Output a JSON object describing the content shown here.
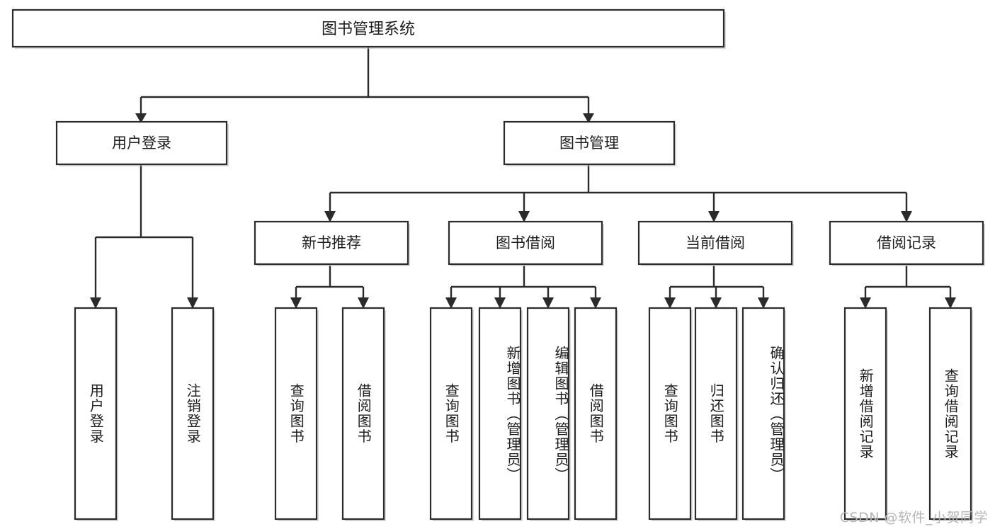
{
  "diagram": {
    "title": "图书管理系统",
    "type": "tree-hierarchy-chart",
    "watermark": "CSDN @软件_小贺同学",
    "colors": {
      "background": "#ffffff",
      "stroke": "#2b2b2b",
      "text": "#1d1d1d",
      "shadow": "#b9b9b9",
      "watermark": "#b5b5b5"
    },
    "root": {
      "label": "图书管理系统"
    },
    "level2": [
      {
        "label": "用户登录"
      },
      {
        "label": "图书管理"
      }
    ],
    "level3": [
      {
        "label": "新书推荐"
      },
      {
        "label": "图书借阅"
      },
      {
        "label": "当前借阅"
      },
      {
        "label": "借阅记录"
      }
    ],
    "leaves": {
      "user_login": [
        {
          "label": "用户登录"
        },
        {
          "label": "注销登录"
        }
      ],
      "new_book": [
        {
          "label": "查询图书"
        },
        {
          "label": "借阅图书"
        }
      ],
      "book_borrow": [
        {
          "label": "查询图书"
        },
        {
          "label": "新增图书（管理员）"
        },
        {
          "label": "编辑图书（管理员）"
        },
        {
          "label": "借阅图书"
        }
      ],
      "current_borrow": [
        {
          "label": "查询图书"
        },
        {
          "label": "归还图书"
        },
        {
          "label": "确认归还（管理员）"
        }
      ],
      "borrow_record": [
        {
          "label": "新增借阅记录"
        },
        {
          "label": "查询借阅记录"
        }
      ]
    }
  }
}
